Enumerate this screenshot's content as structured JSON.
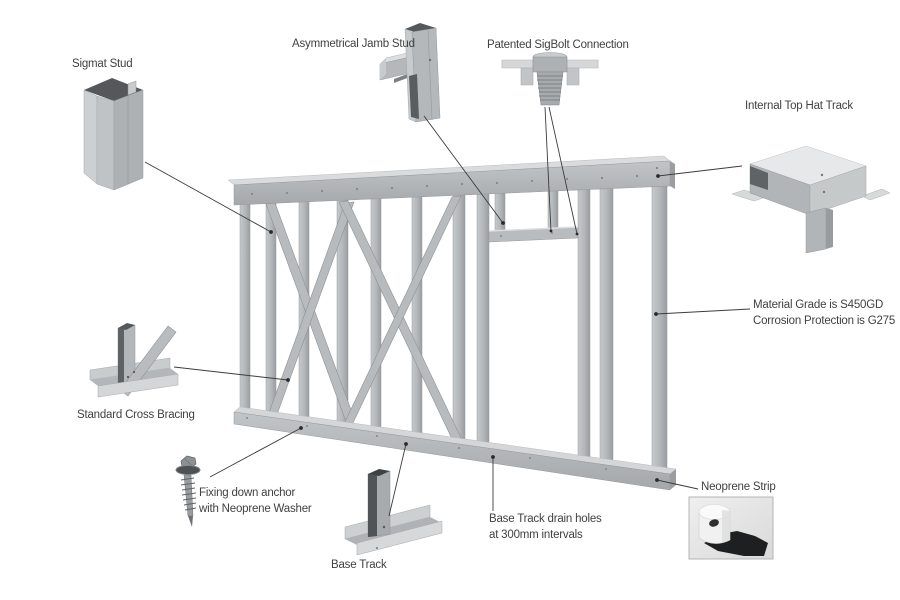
{
  "diagram": {
    "type": "annotated-technical-illustration",
    "subject": "Steel stud wall framing system",
    "background_color": "#ffffff",
    "colors": {
      "steel": "#b4b7b9",
      "steel_light": "#d8dadb",
      "steel_dark": "#8f9294",
      "steel_shadow": "#55585b",
      "leader_line": "#3c3c3c",
      "label_text": "#414141",
      "neoprene_black": "#1d1f20",
      "photo_background": "#e6e6e6"
    },
    "callouts": [
      {
        "id": "sigmat-stud",
        "lines": [
          "Sigmat Stud"
        ]
      },
      {
        "id": "asymmetrical-jamb-stud",
        "lines": [
          "Asymmetrical Jamb Stud"
        ]
      },
      {
        "id": "sigbolt-connection",
        "lines": [
          "Patented SigBolt Connection"
        ]
      },
      {
        "id": "internal-top-hat-track",
        "lines": [
          "Internal Top Hat Track"
        ]
      },
      {
        "id": "material-grade",
        "lines": [
          "Material Grade is S450GD",
          "Corrosion Protection is G275"
        ]
      },
      {
        "id": "standard-cross-bracing",
        "lines": [
          "Standard Cross Bracing"
        ]
      },
      {
        "id": "fixing-down-anchor",
        "lines": [
          "Fixing down anchor",
          "with Neoprene Washer"
        ]
      },
      {
        "id": "base-track",
        "lines": [
          "Base Track"
        ]
      },
      {
        "id": "base-track-drain-holes",
        "lines": [
          "Base Track drain holes",
          "at 300mm intervals"
        ]
      },
      {
        "id": "neoprene-strip",
        "lines": [
          "Neoprene Strip"
        ]
      }
    ]
  }
}
